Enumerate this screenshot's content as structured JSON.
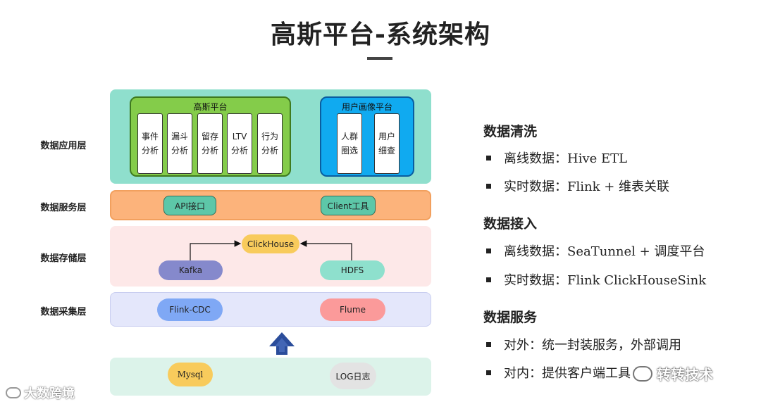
{
  "title": "高斯平台-系统架构",
  "layers": {
    "app": "数据应用层",
    "service": "数据服务层",
    "storage": "数据存储层",
    "collect": "数据采集层"
  },
  "app_layer": {
    "gaosi_title": "高斯平台",
    "gaosi_cards": [
      "事件分析",
      "漏斗分析",
      "留存分析",
      "LTV分析",
      "行为分析"
    ],
    "user_title": "用户画像平台",
    "user_cards": [
      "人群圈选",
      "用户细查"
    ]
  },
  "service_layer": {
    "api": "API接口",
    "client": "Client工具"
  },
  "storage_layer": {
    "clickhouse": "ClickHouse",
    "kafka": "Kafka",
    "hdfs": "HDFS"
  },
  "collect_layer": {
    "flink_cdc": "Flink-CDC",
    "flume": "Flume"
  },
  "source_layer": {
    "mysql": "Mysql",
    "log": "LOG日志"
  },
  "sections": [
    {
      "title": "数据清洗",
      "items": [
        "离线数据：Hive ETL",
        "实时数据：Flink + 维表关联"
      ]
    },
    {
      "title": "数据接入",
      "items": [
        "离线数据：SeaTunnel + 调度平台",
        "实时数据：Flink ClickHouseSink"
      ]
    },
    {
      "title": "数据服务",
      "items": [
        "对外：统一封装服务，外部调用",
        "对内：提供客户端工具"
      ]
    }
  ],
  "watermarks": {
    "left": "大数跨境",
    "right": "转转技术"
  },
  "colors": {
    "app_layer_bg": "#8fdfcd",
    "service_layer_bg": "#fcb37b",
    "storage_layer_bg": "#fde8e8",
    "collect_layer_bg": "#e4e7fb",
    "source_layer_bg": "#dcf3ea",
    "gaosi_platform": "#84cc4a",
    "user_platform": "#10aaf0",
    "up_arrow": "#2b4d9b"
  }
}
